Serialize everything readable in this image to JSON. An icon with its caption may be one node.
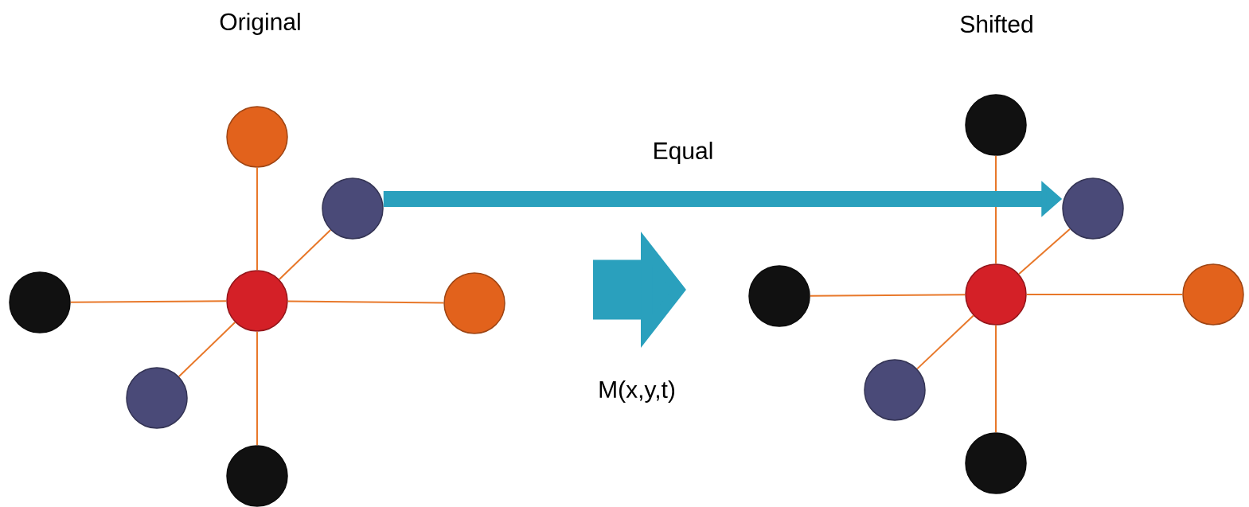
{
  "diagram": {
    "nodes": [
      {
        "text": [],
        "shape": "circle"
      },
      {
        "text": [],
        "shape": "circle"
      },
      {
        "text": [],
        "shape": "circle"
      },
      {
        "text": [],
        "shape": "circle"
      },
      {
        "text": [],
        "shape": "circle"
      },
      {
        "text": [],
        "shape": "circle"
      },
      {
        "text": [],
        "shape": "circle"
      },
      {
        "text": [],
        "shape": "circle"
      },
      {
        "text": [],
        "shape": "circle"
      },
      {
        "text": [],
        "shape": "circle"
      },
      {
        "text": [],
        "shape": "circle"
      },
      {
        "text": [],
        "shape": "circle"
      },
      {
        "text": [],
        "shape": "circle"
      },
      {
        "text": [],
        "shape": "circle"
      }
    ],
    "edges": [
      {
        "from": 3,
        "to": 0,
        "arrow": "none"
      },
      {
        "from": 3,
        "to": 1,
        "arrow": "none"
      },
      {
        "from": 3,
        "to": 2,
        "arrow": "none"
      },
      {
        "from": 3,
        "to": 4,
        "arrow": "none"
      },
      {
        "from": 3,
        "to": 5,
        "arrow": "none"
      },
      {
        "from": 3,
        "to": 6,
        "arrow": "none"
      },
      {
        "from": 10,
        "to": 7,
        "arrow": "none"
      },
      {
        "from": 10,
        "to": 8,
        "arrow": "none"
      },
      {
        "from": 10,
        "to": 9,
        "arrow": "none"
      },
      {
        "from": 10,
        "to": 11,
        "arrow": "none"
      },
      {
        "from": 10,
        "to": 12,
        "arrow": "none"
      },
      {
        "from": 10,
        "to": 13,
        "arrow": "none"
      },
      {
        "from": 1,
        "to": 8,
        "arrow": "to",
        "label": "Equal",
        "style": "thick",
        "color": "#2aa0bd"
      }
    ],
    "labels": [
      "Original",
      "Shifted",
      "M(x,y,t)"
    ]
  }
}
